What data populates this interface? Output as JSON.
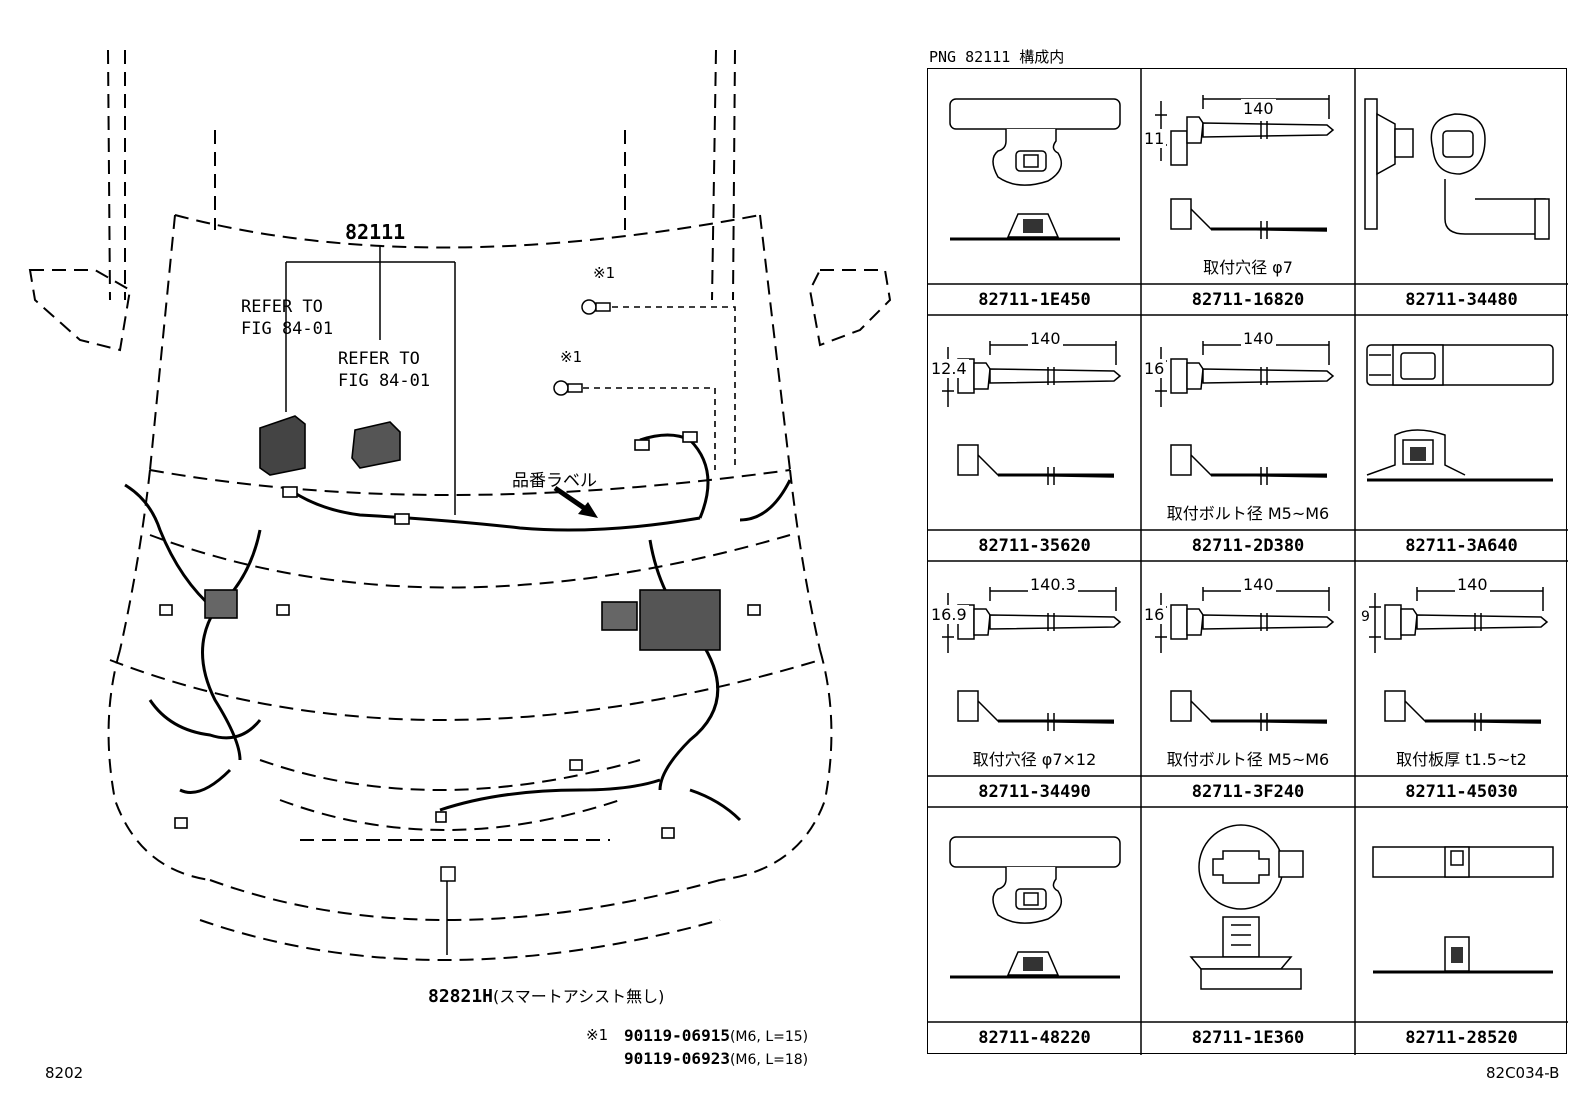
{
  "header": {
    "png_label": "PNG 82111 構成内"
  },
  "main_assembly": {
    "part_number": "82111",
    "refer_1": [
      "REFER TO",
      "FIG 84-01"
    ],
    "refer_2": [
      "REFER TO",
      "FIG 84-01"
    ],
    "label_tag": "品番ラベル",
    "bolt_mark_1": "※1",
    "bolt_mark_2": "※1",
    "sensor_part": "82821H",
    "sensor_note": "(スマートアシスト無し)"
  },
  "footnote": {
    "mark": "※1",
    "lines": [
      {
        "part": "90119-06915",
        "spec": "(M6, L=15)"
      },
      {
        "part": "90119-06923",
        "spec": "(M6, L=18)"
      }
    ]
  },
  "corner_codes": {
    "left": "8202",
    "right": "82C034-B"
  },
  "clips": [
    {
      "part": "82711-1E450",
      "note": "",
      "dims": []
    },
    {
      "part": "82711-16820",
      "note": "取付穴径 φ7",
      "dims": [
        "140",
        "11"
      ]
    },
    {
      "part": "82711-34480",
      "note": "",
      "dims": []
    },
    {
      "part": "82711-35620",
      "note": "",
      "dims": [
        "140",
        "12.4"
      ]
    },
    {
      "part": "82711-2D380",
      "note": "取付ボルト径 M5~M6",
      "dims": [
        "140",
        "16"
      ]
    },
    {
      "part": "82711-3A640",
      "note": "",
      "dims": []
    },
    {
      "part": "82711-34490",
      "note": "取付穴径 φ7×12",
      "dims": [
        "140.3",
        "16.9"
      ]
    },
    {
      "part": "82711-3F240",
      "note": "取付ボルト径 M5~M6",
      "dims": [
        "140",
        "16"
      ]
    },
    {
      "part": "82711-45030",
      "note": "取付板厚 t1.5~t2",
      "dims": [
        "140",
        "9"
      ]
    },
    {
      "part": "82711-48220",
      "note": "",
      "dims": []
    },
    {
      "part": "82711-1E360",
      "note": "",
      "dims": []
    },
    {
      "part": "82711-28520",
      "note": "",
      "dims": []
    }
  ]
}
